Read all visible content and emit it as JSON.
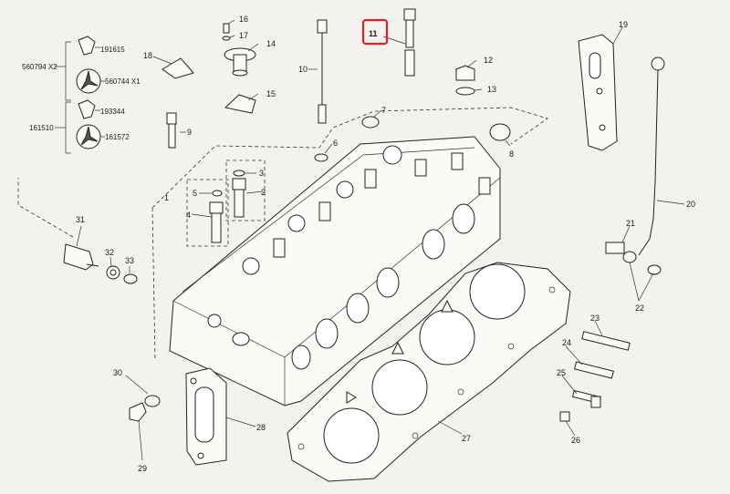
{
  "callouts": {
    "c1": "1",
    "c2": "2",
    "c3": "3",
    "c4": "4",
    "c5": "5",
    "c6": "6",
    "c7": "7",
    "c8": "8",
    "c9": "9",
    "c10": "10",
    "c11": "11",
    "c12": "12",
    "c13": "13",
    "c14": "14",
    "c15": "15",
    "c16": "16",
    "c17": "17",
    "c18": "18",
    "c19": "19",
    "c20": "20",
    "c21": "21",
    "c22": "22",
    "c23": "23",
    "c24": "24",
    "c25": "25",
    "c26": "26",
    "c27": "27",
    "c28": "28",
    "c29": "29",
    "c30": "30",
    "c31": "31",
    "c32": "32",
    "c33": "33"
  },
  "part_numbers": {
    "p191615": "191615",
    "p560794": "560794 X2",
    "p560744": "560744 X1",
    "p193344": "193344",
    "p161510": "161510",
    "p161572": "161572"
  },
  "highlight": {
    "target": "11",
    "color": "#d0252c"
  },
  "colors": {
    "line": "#222222",
    "paper": "#f3f2ee"
  }
}
